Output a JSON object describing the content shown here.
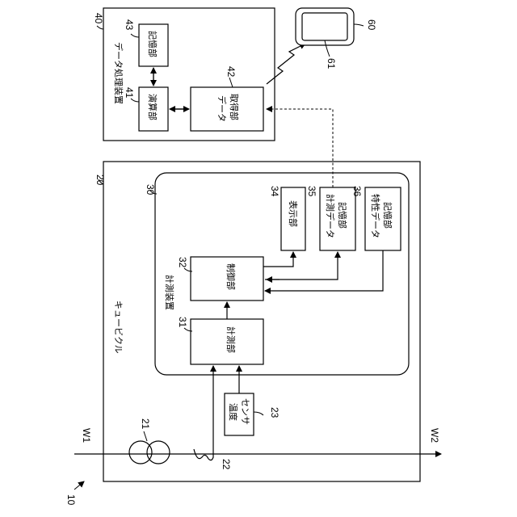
{
  "refs": {
    "system": "10",
    "cubicle": "20",
    "flow_meter": "21",
    "sensor_22": "22",
    "temp_sensor": "23",
    "measuring_device": "30",
    "measuring_unit": "31",
    "control_unit": "32",
    "display_unit": "34",
    "measured_data_storage": "35",
    "characteristic_data_storage": "36",
    "data_processing_device": "40",
    "computing_unit": "41",
    "data_acquisition_unit": "42",
    "storage_unit": "43",
    "terminal": "60",
    "terminal_screen": "61",
    "inlet": "W1",
    "outlet": "W2"
  },
  "labels": {
    "cubicle": "キュービクル",
    "measuring_device": "計測装置",
    "data_processing_device": "データ処理装置",
    "measuring_unit": "計測部",
    "control_unit": "制御部",
    "display_unit": "表示部",
    "measured_data_storage_1": "計測データ",
    "measured_data_storage_2": "記憶部",
    "characteristic_data_storage_1": "特性データ",
    "characteristic_data_storage_2": "記憶部",
    "temp_sensor_1": "温度",
    "temp_sensor_2": "センサ",
    "computing_unit": "演算部",
    "data_acquisition_1": "データ",
    "data_acquisition_2": "取得部",
    "storage_unit": "記憶部"
  }
}
